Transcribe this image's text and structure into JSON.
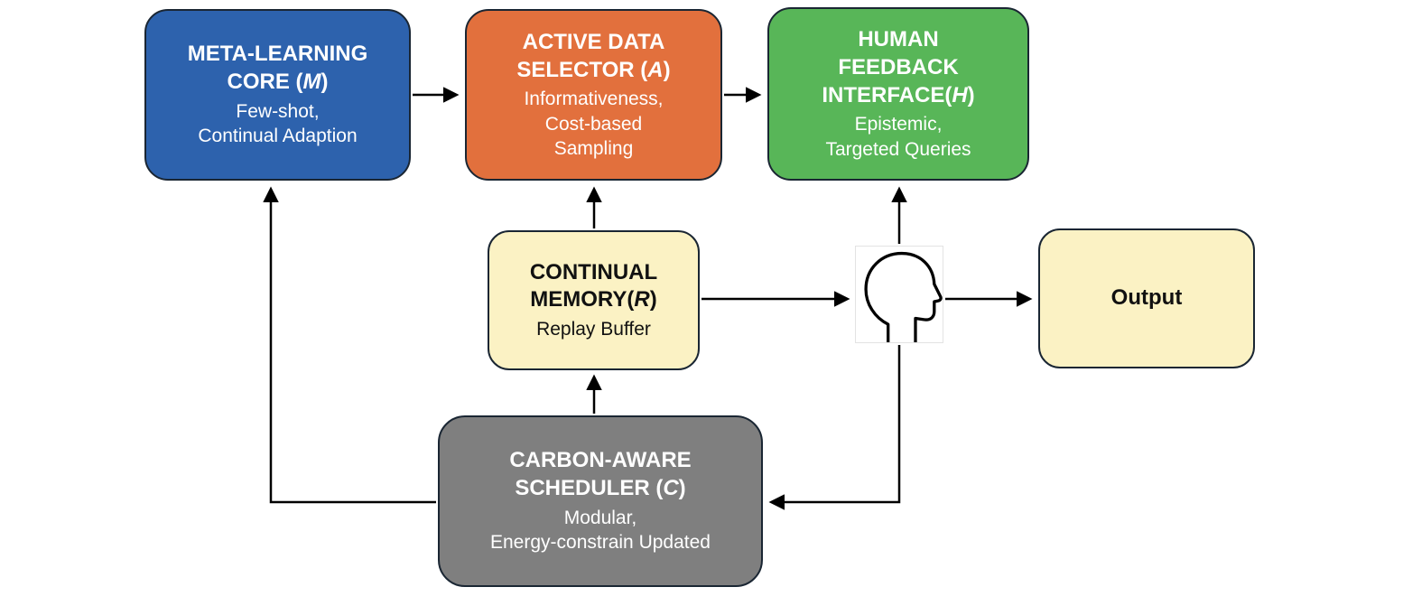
{
  "colors": {
    "meta_fill": "#2d62ad",
    "selector_fill": "#e2703d",
    "feedback_fill": "#58b658",
    "memory_fill": "#fbf2c4",
    "output_fill": "#fbf2c4",
    "scheduler_fill": "#7f7f7f",
    "border": "#1a2633",
    "arrow": "#000000"
  },
  "nodes": {
    "meta": {
      "title_pre": "META-LEARNING\nCORE (",
      "title_var": "M",
      "title_post": ")",
      "subtitle": "Few-shot,\nContinual Adaption"
    },
    "selector": {
      "title_pre": "ACTIVE DATA\nSELECTOR (",
      "title_var": "A",
      "title_post": ")",
      "subtitle": "Informativeness,\nCost-based\nSampling"
    },
    "feedback": {
      "title_pre": "HUMAN\nFEEDBACK\nINTERFACE(",
      "title_var": "H",
      "title_post": ")",
      "subtitle": "Epistemic,\nTargeted Queries"
    },
    "memory": {
      "title_pre": "CONTINUAL\nMEMORY(",
      "title_var": "R",
      "title_post": ")",
      "subtitle": "Replay Buffer"
    },
    "output": {
      "title": "Output"
    },
    "scheduler": {
      "title_pre": "CARBON-AWARE\nSCHEDULER (",
      "title_var": "C",
      "title_post": ")",
      "subtitle": "Modular,\nEnergy-constrain Updated"
    }
  },
  "icons": {
    "human_head": "side-profile-head-outline"
  }
}
